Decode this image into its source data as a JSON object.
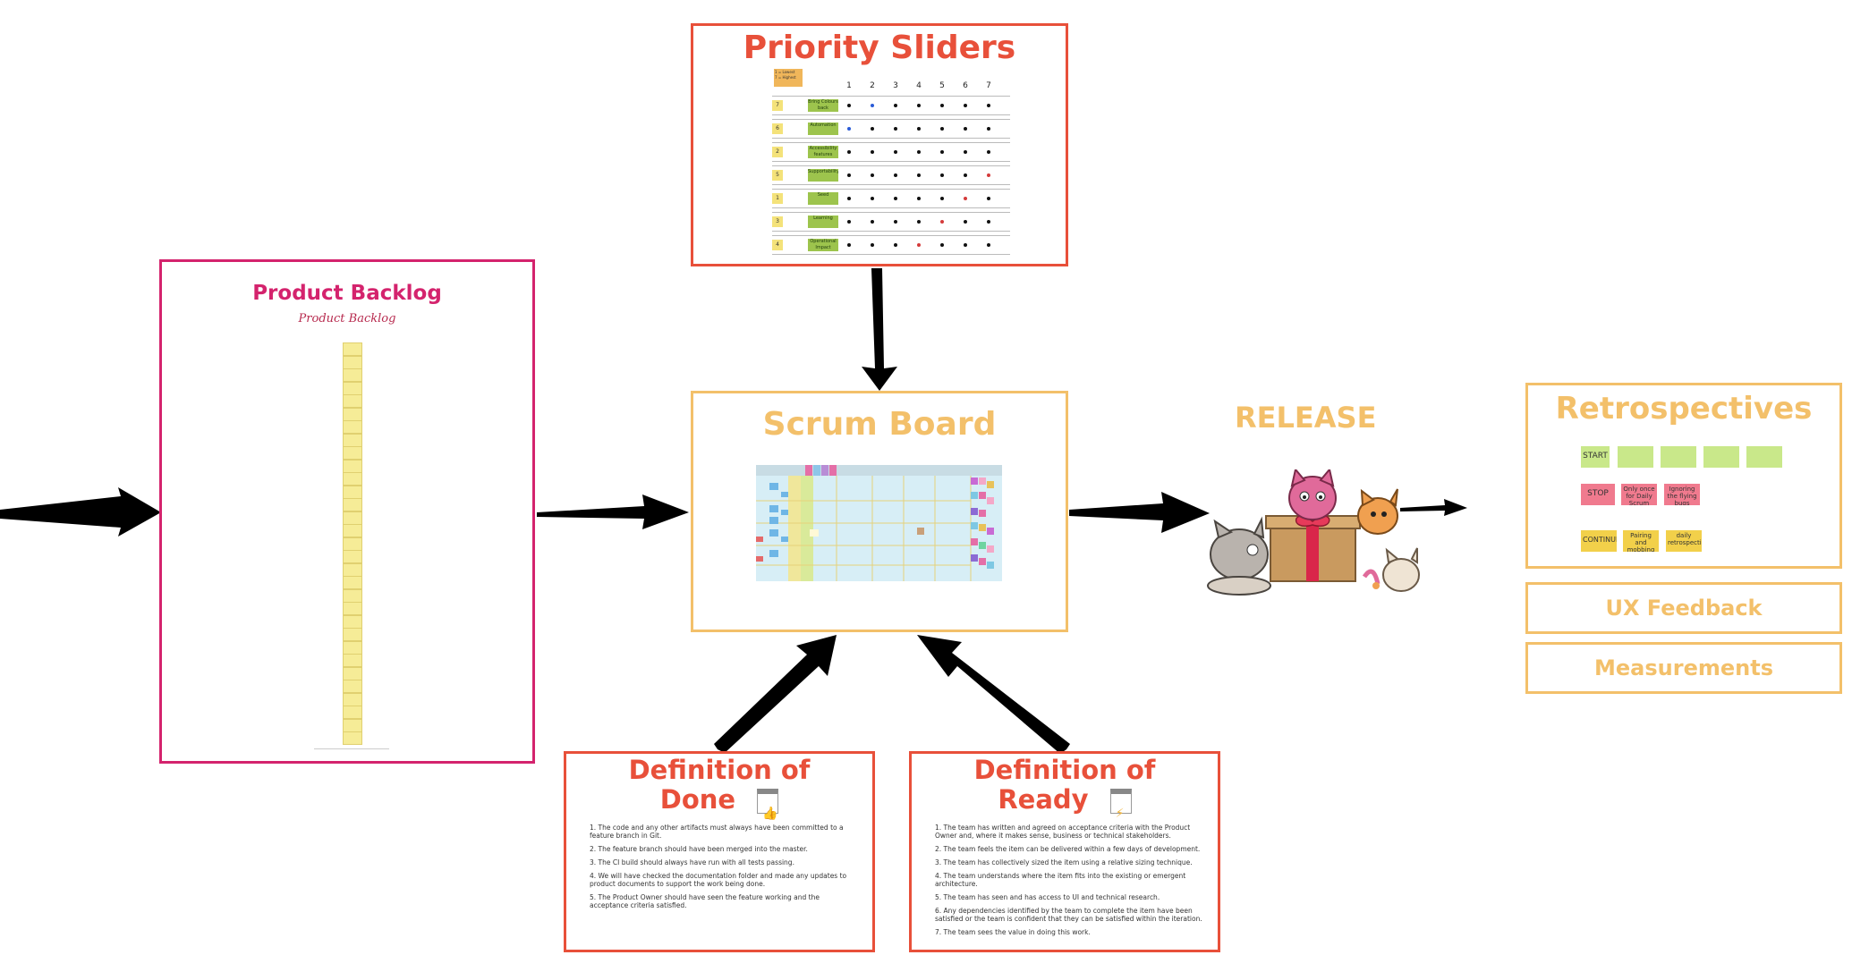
{
  "priority_sliders": {
    "title": "Priority Sliders",
    "corner_note": "1 = Lowest\n7 = Highest",
    "columns": [
      "1",
      "2",
      "3",
      "4",
      "5",
      "6",
      "7"
    ],
    "rows": [
      {
        "num": "7",
        "label": "Bring Colours back"
      },
      {
        "num": "6",
        "label": "Automation"
      },
      {
        "num": "2",
        "label": "Accessibility features"
      },
      {
        "num": "5",
        "label": "Supportability"
      },
      {
        "num": "1",
        "label": "Seed"
      },
      {
        "num": "3",
        "label": "Learning"
      },
      {
        "num": "4",
        "label": "Operational Impact"
      }
    ]
  },
  "product_backlog": {
    "title": "Product Backlog",
    "subtitle": "Product Backlog"
  },
  "scrum_board": {
    "title": "Scrum Board"
  },
  "release": {
    "title": "RELEASE"
  },
  "retrospectives": {
    "title": "Retrospectives",
    "start_label": "START",
    "stop_label": "STOP",
    "continue_label": "CONTINUE",
    "stop_notes": [
      "Only once for Daily Scrum",
      "Ignoring the flying bugs"
    ],
    "continue_notes": [
      "Pairing and mobbing",
      "daily retrospective"
    ]
  },
  "ux_feedback": {
    "title": "UX Feedback"
  },
  "measurements": {
    "title": "Measurements"
  },
  "definition_of_done": {
    "title_line1": "Definition of",
    "title_line2": "Done",
    "items": [
      "1. The code and any other artifacts must always have been committed to a feature branch in Git.",
      "2. The feature branch should have been merged into the master.",
      "3. The CI build should always have run with all tests passing.",
      "4. We will have checked the documentation folder and made any updates to product documents to support the work being done.",
      "5. The Product Owner should have seen the feature working and the acceptance criteria satisfied."
    ]
  },
  "definition_of_ready": {
    "title_line1": "Definition of",
    "title_line2": "Ready",
    "items": [
      "1. The team has written and agreed on acceptance criteria with the Product Owner and, where it makes sense, business or technical stakeholders.",
      "2. The team feels the item can be delivered within a few days of development.",
      "3. The team has collectively sized the item using a relative sizing technique.",
      "4. The team understands where the item fits into the existing or emergent architecture.",
      "5. The team has seen and has access to UI and technical research.",
      "6. Any dependencies identified by the team to complete the item have been satisfied or the team is confident that they can be satisfied within the iteration.",
      "7. The team sees the value in doing this work."
    ]
  },
  "colors": {
    "red": "#e8503a",
    "pink": "#d4236d",
    "orange": "#f3c06a"
  }
}
